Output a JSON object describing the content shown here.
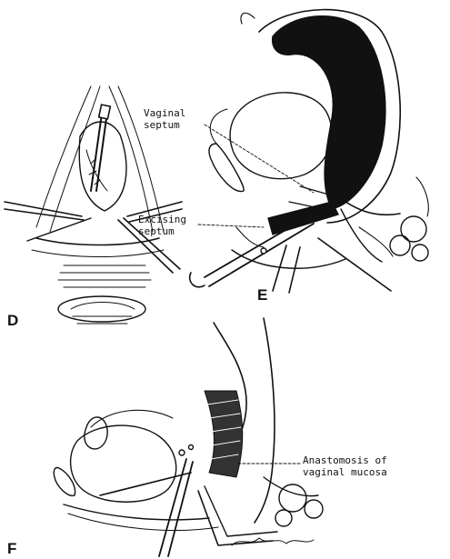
{
  "panels": {
    "d": {
      "letter": "D"
    },
    "e": {
      "letter": "E"
    },
    "f": {
      "letter": "F"
    }
  },
  "labels": {
    "vaginal_septum_line1": "Vaginal",
    "vaginal_septum_line2": "septum",
    "excising_septum_line1": "Excising",
    "excising_septum_line2": "septum",
    "anastomosis_line1": "Anastomosis of",
    "anastomosis_line2": "vaginal mucosa"
  },
  "colors": {
    "ink": "#111111",
    "paper": "#ffffff"
  }
}
